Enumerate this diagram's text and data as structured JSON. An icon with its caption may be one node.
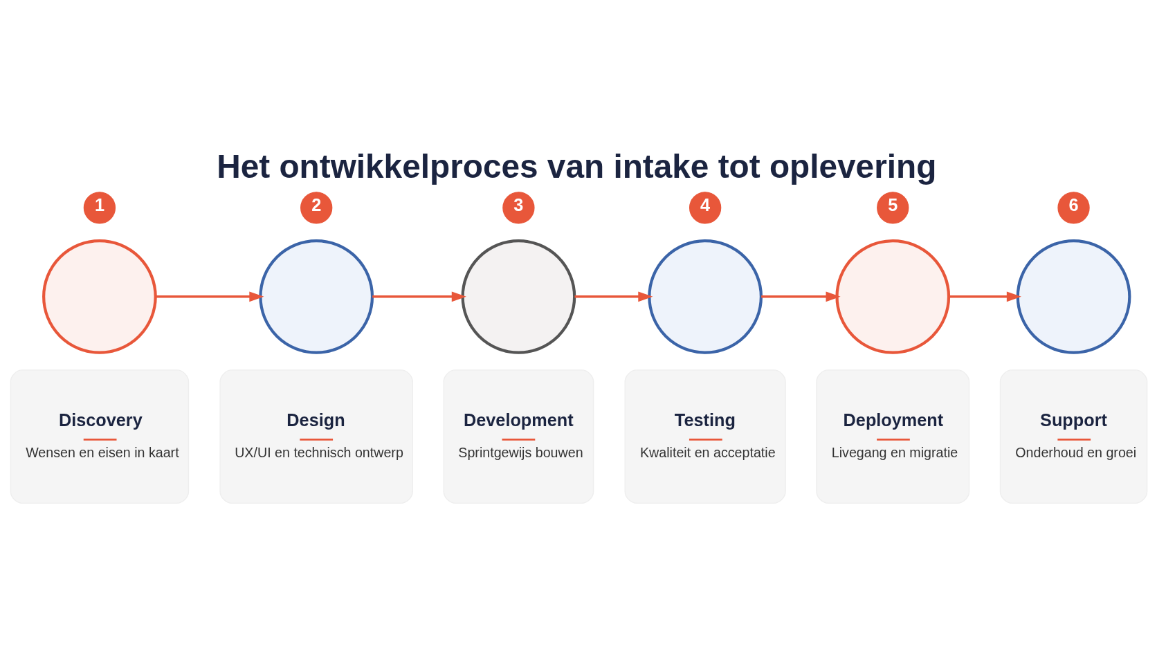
{
  "diagram": {
    "title": "Het ontwikkelproces van intake tot oplevering",
    "nodes": [
      {
        "text": [
          "1"
        ]
      },
      {
        "text": [],
        "shape": "circle"
      },
      {
        "text": [
          "Discovery",
          "Wensen en eisen in kaart"
        ]
      },
      {
        "text": [
          "2"
        ]
      },
      {
        "text": [],
        "shape": "circle"
      },
      {
        "text": [
          "Design",
          "UX/UI en technisch ontwerp"
        ]
      },
      {
        "text": [
          "3"
        ]
      },
      {
        "text": [],
        "shape": "circle"
      },
      {
        "text": [
          "Development",
          "Sprintgewijs bouwen"
        ]
      },
      {
        "text": [
          "4"
        ]
      },
      {
        "text": [],
        "shape": "circle"
      },
      {
        "text": [
          "Testing",
          "Kwaliteit en acceptatie"
        ]
      },
      {
        "text": [
          "5"
        ]
      },
      {
        "text": [],
        "shape": "circle"
      },
      {
        "text": [
          "Deployment",
          "Livegang en migratie"
        ]
      },
      {
        "text": [
          "6"
        ]
      },
      {
        "text": [],
        "shape": "circle"
      },
      {
        "text": [
          "Support",
          "Onderhoud en groei"
        ]
      }
    ],
    "edges": [
      {
        "from": 1,
        "to": 4,
        "arrow": "to"
      },
      {
        "from": 4,
        "to": 7,
        "arrow": "to"
      },
      {
        "from": 7,
        "to": 10,
        "arrow": "to"
      },
      {
        "from": 10,
        "to": 13,
        "arrow": "to"
      },
      {
        "from": 13,
        "to": 16,
        "arrow": "to"
      }
    ]
  }
}
